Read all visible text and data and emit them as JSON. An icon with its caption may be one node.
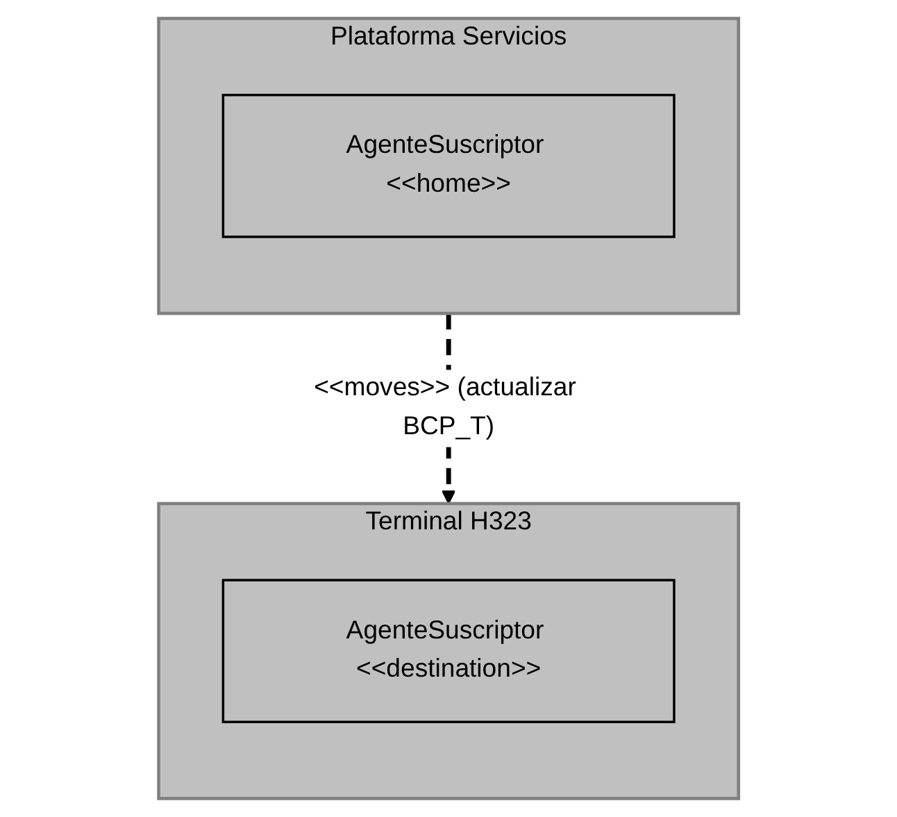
{
  "diagram": {
    "nodes": [
      {
        "text": [
          "Plataforma Servicios"
        ]
      },
      {
        "text": [
          "AgenteSuscriptor <<home>>"
        ],
        "in": 0
      },
      {
        "text": [
          "Terminal H323"
        ]
      },
      {
        "text": [
          "AgenteSuscriptor <<destination>>"
        ],
        "in": 2
      }
    ],
    "edges": [
      {
        "from": 0,
        "to": 2,
        "arrow": "to",
        "style": "dashed",
        "label": "<<moves>> (actualizar BCP_T)"
      }
    ]
  }
}
